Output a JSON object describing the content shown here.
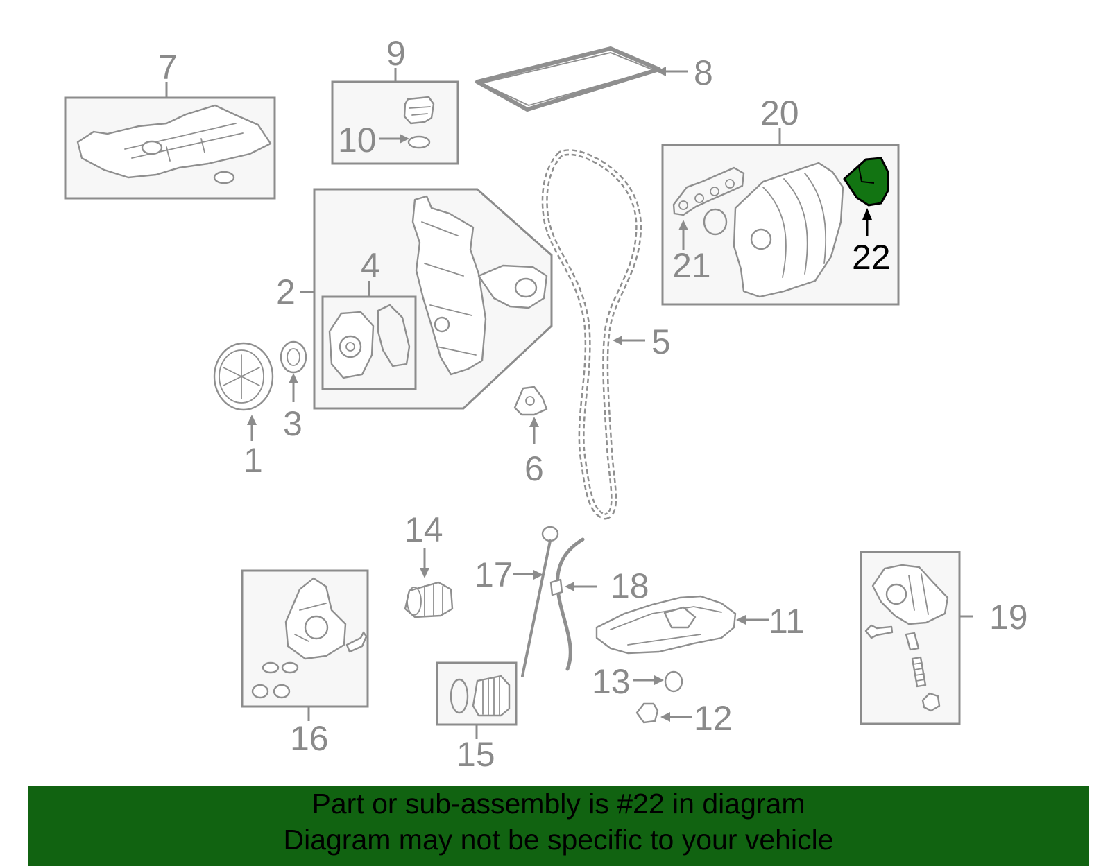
{
  "diagram": {
    "callouts": {
      "c1": "1",
      "c2": "2",
      "c3": "3",
      "c4": "4",
      "c5": "5",
      "c6": "6",
      "c7": "7",
      "c8": "8",
      "c9": "9",
      "c10": "10",
      "c11": "11",
      "c12": "12",
      "c13": "13",
      "c14": "14",
      "c15": "15",
      "c16": "16",
      "c17": "17",
      "c18": "18",
      "c19": "19",
      "c20": "20",
      "c21": "21",
      "c22": "22"
    },
    "highlighted_part": "22",
    "colors": {
      "highlight_fill": "#127412",
      "banner_background": "#116311",
      "line_art": "#8f8f8f",
      "box_fill": "#f7f7f7"
    }
  },
  "banner": {
    "line1": "Part or sub-assembly is #22 in diagram",
    "line2": "Diagram may not be specific to your vehicle"
  }
}
